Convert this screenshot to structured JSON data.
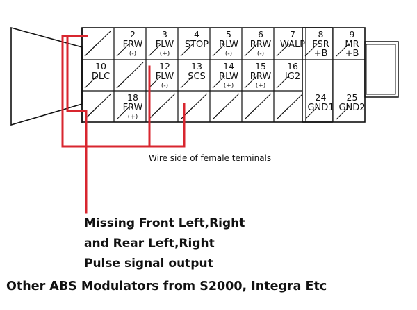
{
  "colors": {
    "ink": "#111111",
    "highlight": "#d8262f",
    "background": "#ffffff"
  },
  "pins": [
    {
      "id": "1",
      "empty": true
    },
    {
      "id": "2",
      "number": "2",
      "label": "FRW",
      "polarity": "(-)"
    },
    {
      "id": "3",
      "number": "3",
      "label": "FLW",
      "polarity": "(+)"
    },
    {
      "id": "4",
      "number": "4",
      "label": "STOP",
      "polarity": ""
    },
    {
      "id": "5",
      "number": "5",
      "label": "RLW",
      "polarity": "(-)"
    },
    {
      "id": "6",
      "number": "6",
      "label": "RRW",
      "polarity": "(-)"
    },
    {
      "id": "7",
      "number": "7",
      "label": "WALP",
      "polarity": ""
    },
    {
      "id": "8",
      "number": "8",
      "label": "FSR",
      "label2": "+B"
    },
    {
      "id": "9",
      "number": "9",
      "label": "MR",
      "label2": "+B"
    },
    {
      "id": "10",
      "number": "10",
      "label": "DLC"
    },
    {
      "id": "11",
      "empty": true
    },
    {
      "id": "12",
      "number": "12",
      "label": "FLW",
      "polarity": "(-)"
    },
    {
      "id": "13",
      "number": "13",
      "label": "SCS"
    },
    {
      "id": "14",
      "number": "14",
      "label": "RLW",
      "polarity": "(+)"
    },
    {
      "id": "15",
      "number": "15",
      "label": "RRW",
      "polarity": "(+)"
    },
    {
      "id": "16",
      "number": "16",
      "label": "IG2"
    },
    {
      "id": "17",
      "empty": true
    },
    {
      "id": "18",
      "number": "18",
      "label": "FRW",
      "polarity": "(+)"
    },
    {
      "id": "19",
      "empty": true
    },
    {
      "id": "20",
      "empty": true
    },
    {
      "id": "21",
      "empty": true
    },
    {
      "id": "22",
      "empty": true
    },
    {
      "id": "23",
      "empty": true
    },
    {
      "id": "24",
      "number": "24",
      "label": "GND1"
    },
    {
      "id": "25",
      "number": "25",
      "label": "GND2"
    }
  ],
  "caption": "Wire side of female terminals",
  "note_lines": [
    "Missing Front Left,Right",
    "and Rear Left,Right",
    "Pulse signal output"
  ],
  "footer": "Other ABS Modulators from S2000, Integra Etc"
}
